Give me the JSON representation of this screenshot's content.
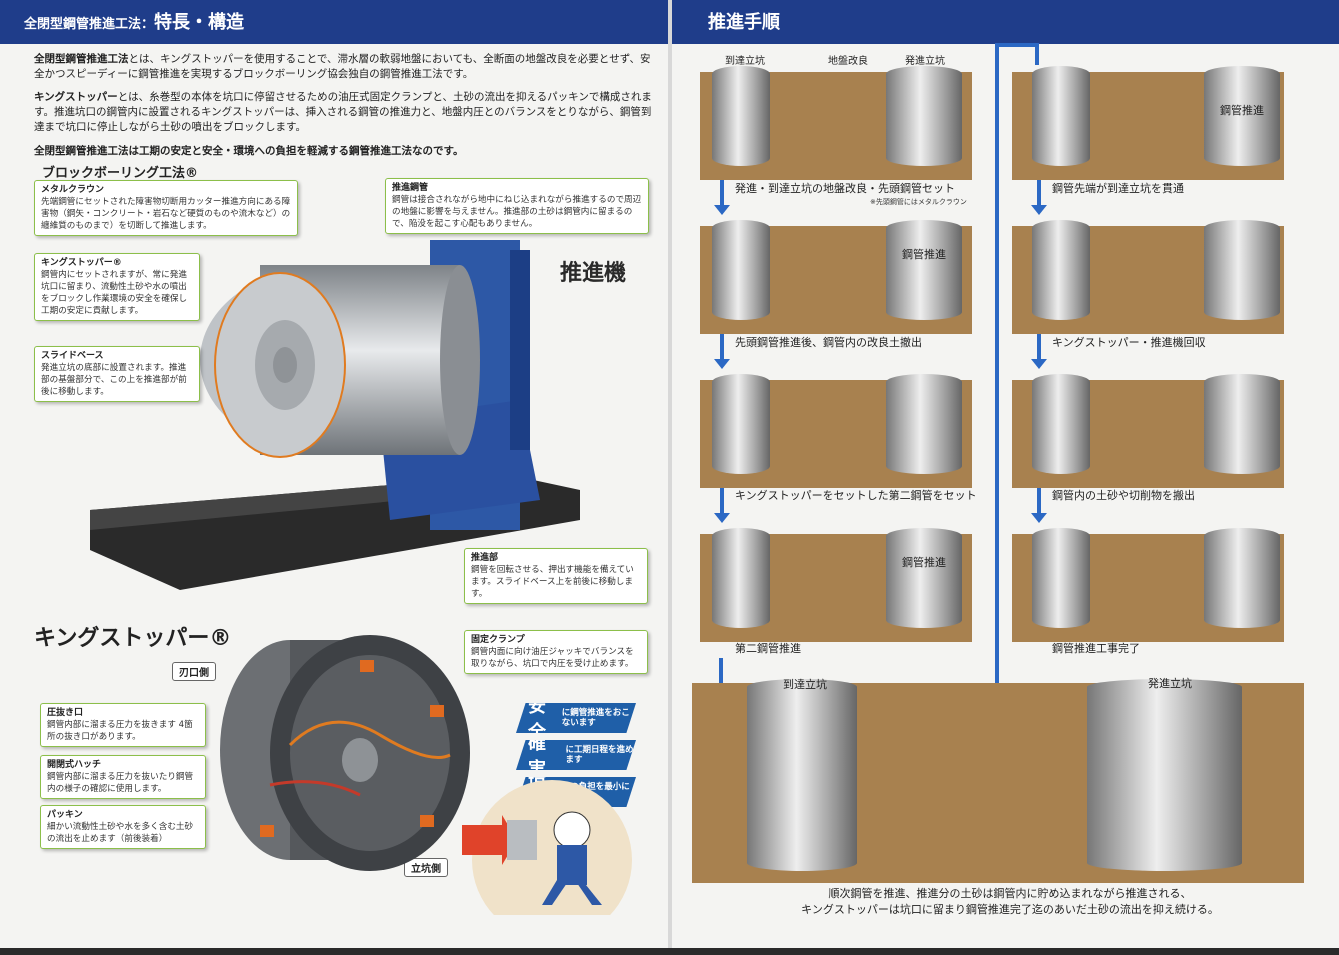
{
  "header_left": {
    "prefix": "全閉型鋼管推進工法：",
    "title": "特長・構造"
  },
  "header_right": {
    "title": "推進手順"
  },
  "intro": [
    {
      "lead": "全閉型鋼管推進工法",
      "text": "とは、キングストッパーを使用することで、滞水層の軟弱地盤においても、全断面の地盤改良を必要とせず、安全かつスピーディーに鋼管推進を実現するブロックボーリング協会独自の鋼管推進工法です。"
    },
    {
      "lead": "キングストッパー",
      "text": "とは、糸巻型の本体を坑口に停留させるための油圧式固定クランプと、土砂の流出を抑えるパッキンで構成されます。推進坑口の鋼管内に設置されるキングストッパーは、挿入される鋼管の推進力と、地盤内圧とのバランスをとりながら、鋼管到達まで坑口に停止しながら土砂の噴出をブロックします。"
    }
  ],
  "summary": "全閉型鋼管推進工法は工期の安定と安全・環境への負担を軽減する鋼管推進工法なのです。",
  "section_block": "ブロックボーリング工法®",
  "machine_label": "推進機",
  "callouts_top": [
    {
      "title": "メタルクラウン",
      "text": "先端鋼管にセットされた障害物切断用カッター推進方向にある障害物（鋼矢・コンクリート・岩石など硬質のものや流木など）の纏維質のものまで）を切断して推進します。"
    },
    {
      "title": "キングストッパー®",
      "text": "鋼管内にセットされますが、常に発進坑口に留まり、流動性土砂や水の噴出をブロックし作業環境の安全を確保し工期の安定に貢献します。"
    },
    {
      "title": "スライドベース",
      "text": "発進立坑の底部に設置されます。推進部の基盤部分で、この上を推進部が前後に移動します。"
    },
    {
      "title": "推進鋼管",
      "text": "鋼管は接合されながら地中にねじ込まれながら推進するので周辺の地盤に影響を与えません。推進部の土砂は鋼管内に留まるので、陥没を起こす心配もありません。"
    },
    {
      "title": "推進部",
      "text": "鋼管を回転させる、押出す機能を備えています。スライドベース上を前後に移動します。"
    }
  ],
  "section_king": "キングストッパー®",
  "badges": {
    "blade": "刃口側",
    "shaft": "立坑側"
  },
  "callouts_bottom": [
    {
      "title": "固定クランプ",
      "text": "鋼管内面に向け油圧ジャッキでバランスを取りながら、坑口で内圧を受け止めます。"
    },
    {
      "title": "圧抜き口",
      "text": "鋼管内部に溜まる圧力を抜きます 4箇所の抜き口があります。"
    },
    {
      "title": "開閉式ハッチ",
      "text": "鋼管内部に溜まる圧力を抜いたり鋼管内の様子の確認に使用します。"
    },
    {
      "title": "パッキン",
      "text": "細かい流動性土砂や水を多く含む土砂の流出を止めます（前後装着）"
    }
  ],
  "features": [
    {
      "big": "安全",
      "small": "に鋼管推進をおこないます"
    },
    {
      "big": "確実",
      "small": "に工期日程を進めます"
    },
    {
      "big": "環境",
      "small": "への負担を最小に留めます"
    }
  ],
  "procedure_labels": {
    "arrival": "到達立坑",
    "ground": "地盤改良",
    "departure": "発進立坑",
    "pipe_push": "鋼管推進"
  },
  "steps": [
    {
      "caption": "発進・到達立坑の地盤改良・先頭鋼管セット",
      "note": "※先頭鋼管にはメタルクラウン"
    },
    {
      "caption": "先頭鋼管推進後、鋼管内の改良土撤出",
      "note": ""
    },
    {
      "caption": "キングストッパーをセットした第二鋼管をセット",
      "note": ""
    },
    {
      "caption": "第二鋼管推進",
      "note": ""
    },
    {
      "caption": "鋼管先端が到達立坑を貫通",
      "note": ""
    },
    {
      "caption": "キングストッパー・推進機回収",
      "note": ""
    },
    {
      "caption": "鋼管内の土砂や切削物を搬出",
      "note": ""
    },
    {
      "caption": "鋼管推進工事完了",
      "note": ""
    }
  ],
  "bottom_text": [
    "順次鋼管を推進、推進分の土砂は鋼管内に貯め込まれながら推進される、",
    "キングストッパーは坑口に留まり鋼管推進完了迄のあいだ土砂の流出を抑え続ける。"
  ]
}
